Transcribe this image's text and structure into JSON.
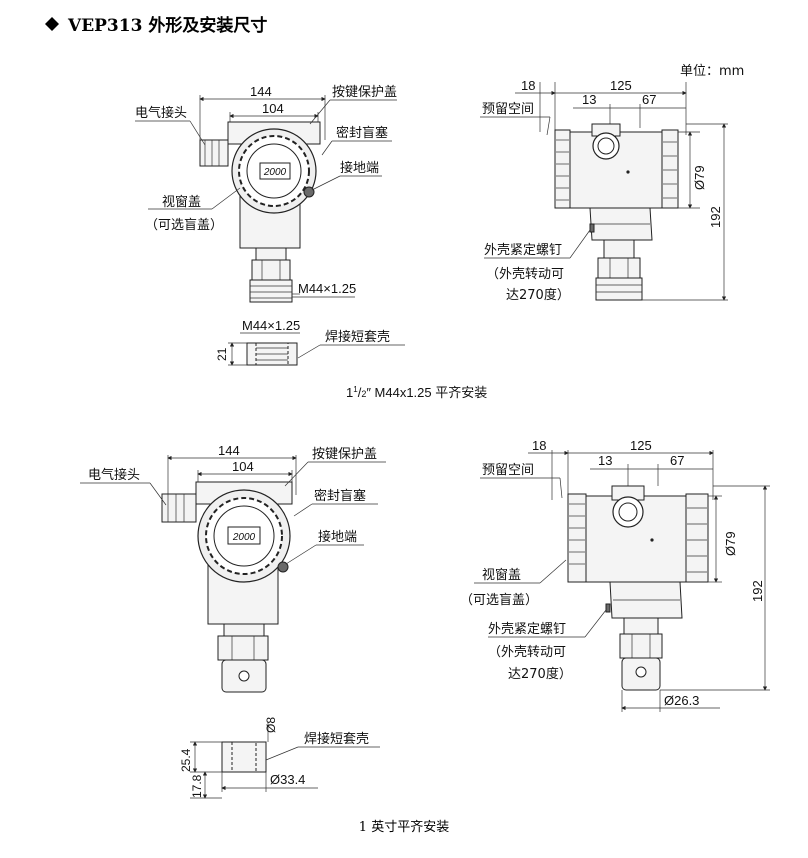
{
  "title": "VEP313 外形及安装尺寸",
  "unit": "单位：mm",
  "fig1": {
    "caption_pre": "1",
    "caption_sup": "1",
    "caption_mid": "/",
    "caption_sub": "2",
    "caption_post": "″ M44x1.25 平齐安装",
    "front": {
      "dim_outer": "144",
      "dim_inner": "104",
      "label_electric": "电气接头",
      "label_key_cover": "按键保护盖",
      "label_seal_plug": "密封盲塞",
      "label_ground": "接地端",
      "label_window_1": "视窗盖",
      "label_window_2": "（可选盲盖）",
      "display": "2000",
      "thread": "M44×1.25"
    },
    "weld": {
      "thread": "M44×1.25",
      "height": "21",
      "label": "焊接短套壳"
    },
    "side": {
      "dim_reserve": "18",
      "dim_total": "125",
      "dim_13": "13",
      "dim_67": "67",
      "label_reserve": "预留空间",
      "dia": "Ø79",
      "height": "192",
      "label_screw_1": "外壳紧定螺钉",
      "label_screw_2": "（外壳转动可",
      "label_screw_3": "达270度）"
    }
  },
  "fig2": {
    "caption": "1 英寸平齐安装",
    "front": {
      "dim_outer": "144",
      "dim_inner": "104",
      "label_electric": "电气接头",
      "label_key_cover": "按键保护盖",
      "label_seal_plug": "密封盲塞",
      "label_ground": "接地端",
      "display": "2000"
    },
    "weld": {
      "dia_inner": "Ø8",
      "height_top": "25.4",
      "height_bottom": "17.8",
      "dia_outer": "Ø33.4",
      "label": "焊接短套壳"
    },
    "side": {
      "dim_reserve": "18",
      "dim_total": "125",
      "dim_13": "13",
      "dim_67": "67",
      "label_reserve": "预留空间",
      "dia": "Ø79",
      "height": "192",
      "label_window_1": "视窗盖",
      "label_window_2": "（可选盲盖）",
      "label_screw_1": "外壳紧定螺钉",
      "label_screw_2": "（外壳转动可",
      "label_screw_3": "达270度）",
      "dia_bottom": "Ø26.3"
    }
  }
}
